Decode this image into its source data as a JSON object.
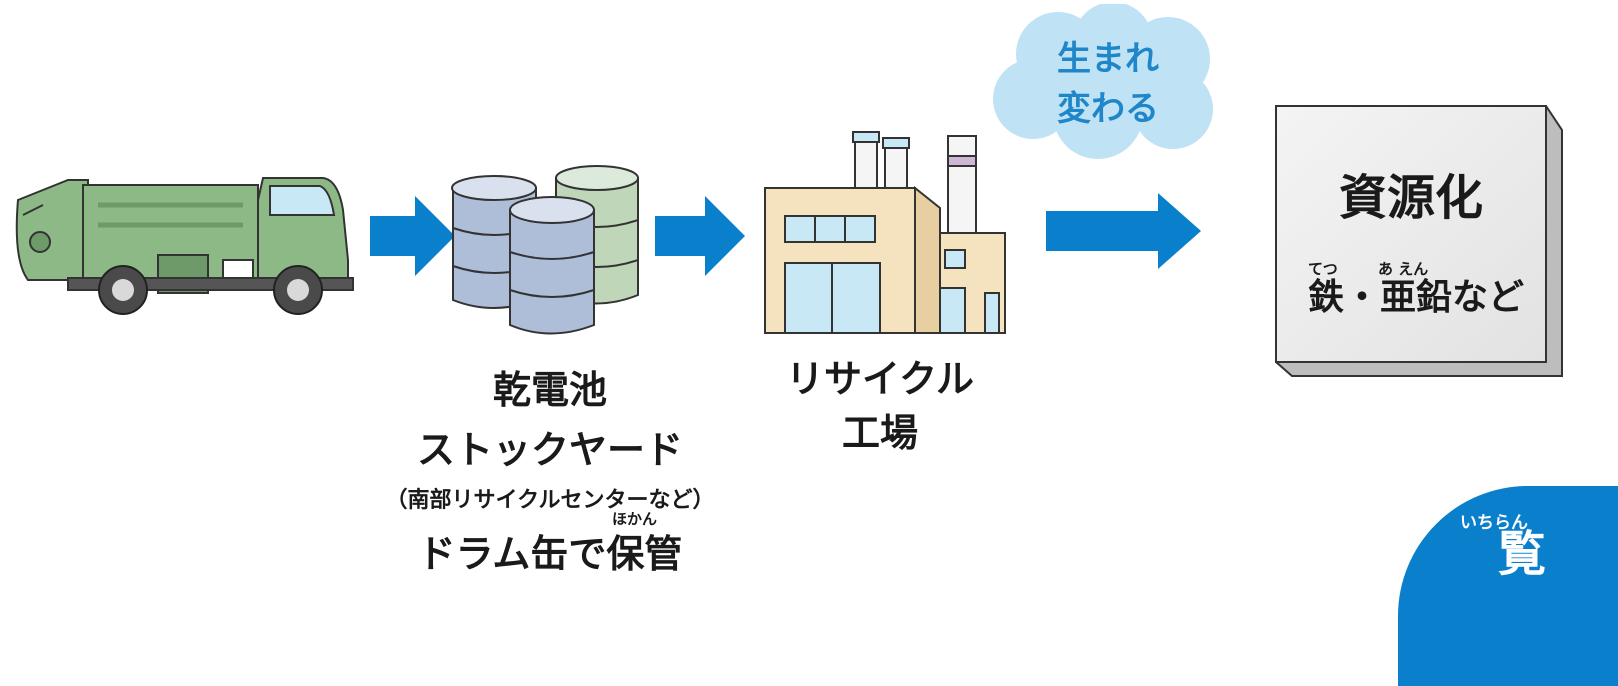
{
  "colors": {
    "arrow": "#0a7fcb",
    "cloud": "#bfe3f5",
    "cloud_text": "#1f86c9",
    "truck_green": "#8db987",
    "truck_dark": "#6e9a6a",
    "barrel_blue": "#aebdd8",
    "barrel_green": "#bfd7b8",
    "factory_wall": "#f5e2bf",
    "factory_window": "#c9e8f5",
    "box_face": "#f2f2f2"
  },
  "icons": [
    "garbage-truck-icon",
    "drum-barrels-icon",
    "recycling-factory-icon",
    "resource-box-icon"
  ],
  "stock": {
    "line1": "乾電池",
    "line2": "ストックヤード",
    "note": "（南部リサイクルセンターなど）",
    "ruby_hokan": "ほかん",
    "line3": "ドラム缶で保管"
  },
  "factory": {
    "line1": "リサイクル",
    "line2": "工場"
  },
  "cloud": {
    "line1": "生まれ",
    "line2": "変わる"
  },
  "resource": {
    "title": "資源化",
    "ruby_tetsu": "てつ",
    "ruby_aen": "あ えん",
    "line": "鉄・亜鉛など"
  },
  "corner_tab": {
    "ruby": "いちらん",
    "text": "覧"
  }
}
